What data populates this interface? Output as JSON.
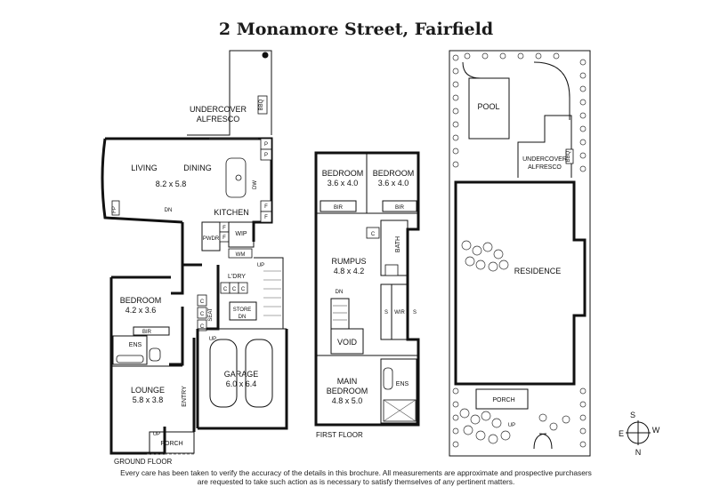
{
  "title": "2 Monamore Street, Fairfield",
  "ground_floor": {
    "floor_label": "GROUND FLOOR",
    "alfresco": [
      "UNDERCOVER",
      "ALFRESCO"
    ],
    "bbq": "BBQ",
    "living": "LIVING",
    "dining": "DINING",
    "living_dims": "8.2 x 5.8",
    "kitchen": "KITCHEN",
    "fp": "FP",
    "dn": "DN",
    "p": "P",
    "dw": "DW",
    "f": "F",
    "wip": "WIP",
    "pwdr": "PWDR",
    "wm": "WM",
    "up": "UP",
    "ldry": "L'DRY",
    "c": "C",
    "bedroom": "BEDROOM",
    "bedroom_dims": "4.2 x 3.6",
    "bir": "BIR",
    "ens": "ENS",
    "seat": "SEAT",
    "store": "STORE",
    "store_dn": "DN",
    "garage": "GARAGE",
    "garage_dims": "6.0 x 6.4",
    "lounge": "LOUNGE",
    "lounge_dims": "5.8 x 3.8",
    "entry": "ENTRY",
    "porch": "PORCH",
    "porch_up": "UP"
  },
  "first_floor": {
    "floor_label": "FIRST FLOOR",
    "bedroom1": "BEDROOM",
    "bedroom1_dims": "3.6 x 4.0",
    "bedroom2": "BEDROOM",
    "bedroom2_dims": "3.6 x 4.0",
    "bir": "BIR",
    "c": "C",
    "bath": "BATH",
    "rumpus": "RUMPUS",
    "rumpus_dims": "4.8 x 4.2",
    "dn": "DN",
    "s": "S",
    "wir": "WIR",
    "void": "VOID",
    "main_bedroom": [
      "MAIN",
      "BEDROOM"
    ],
    "main_bedroom_dims": "4.8 x 5.0",
    "ens": "ENS"
  },
  "site_plan": {
    "pool": "POOL",
    "alfresco": [
      "UNDERCOVER",
      "ALFRESCO"
    ],
    "bbq": "BBQ",
    "residence": "RESIDENCE",
    "porch": "PORCH",
    "up": "UP"
  },
  "compass": {
    "n": "N",
    "s": "S",
    "e": "E",
    "w": "W"
  },
  "disclaimer": [
    "Every care has been taken to verify the accuracy of the details in this brochure. All measurements are approximate and prospective purchasers",
    "are requested to take such action as is necessary to satisfy themselves of any pertinent matters."
  ]
}
